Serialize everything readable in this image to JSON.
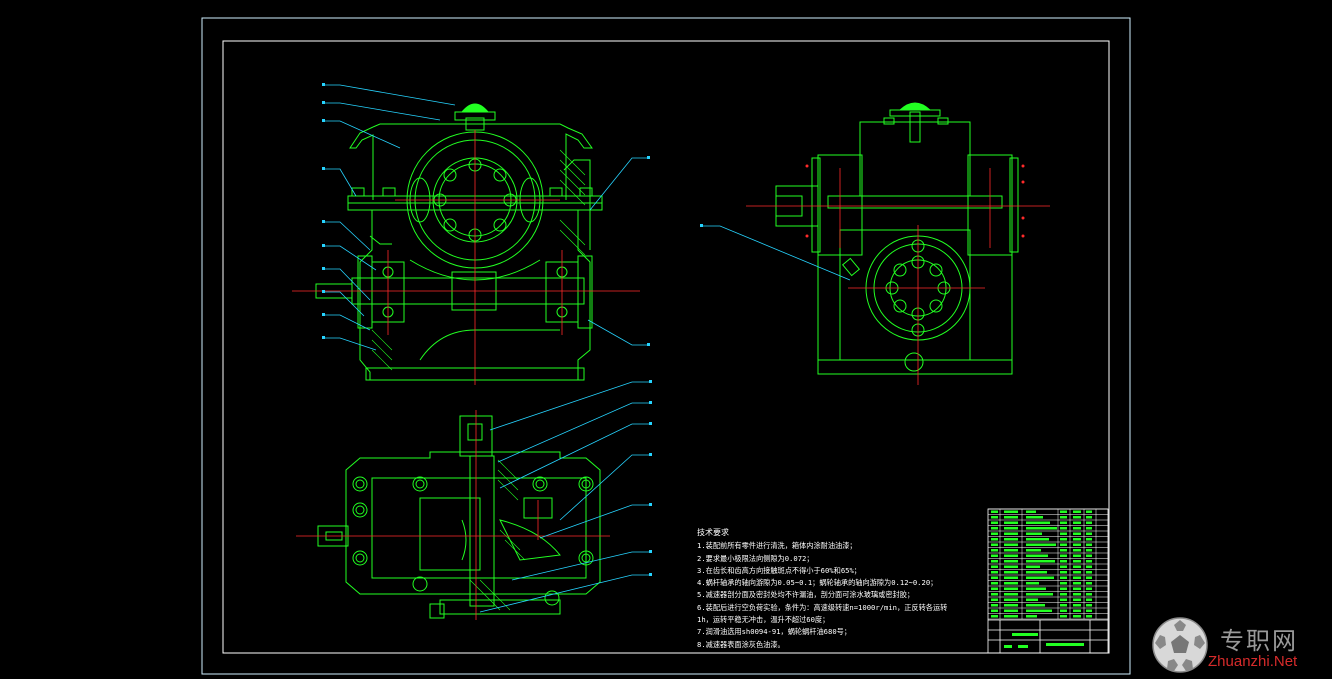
{
  "colors": {
    "background": "#000000",
    "frame": "#cfefff",
    "leader": "#26d4ff",
    "outline": "#22ff22",
    "center_line": "#ff2a2a",
    "text": "#ffffff",
    "watermark_grey": "#9a9a9a",
    "watermark_red": "#d62b2b"
  },
  "notes": {
    "heading": "技术要求",
    "items": [
      "1.装配前所有零件进行清洗，箱体内涂耐油油漆；",
      "2.要求最小极限法向侧隙为0.072；",
      "3.在齿长和齿高方向接触斑点不得小于60%和65%；",
      "4.蜗杆轴承的轴向游隙为0.05~0.1；蜗轮轴承的轴向游隙为0.12~0.20；",
      "5.减速器剖分面及密封处均不许漏油，剖分面可涂水玻璃或密封胶；",
      "6.装配后进行空负荷实验，条件为：高速级转速n=1000r/min，正反转各运转",
      "1h，运转平稳无冲击，温升不超过60度；",
      "7.润滑油选用sh0094-91，蜗轮蜗杆油680号；",
      "8.减速器表面涂灰色油漆。"
    ]
  },
  "watermark": {
    "chinese": "专职网",
    "english": "Zhuanzhi.Net",
    "icon": "soccer-ball-logo"
  }
}
